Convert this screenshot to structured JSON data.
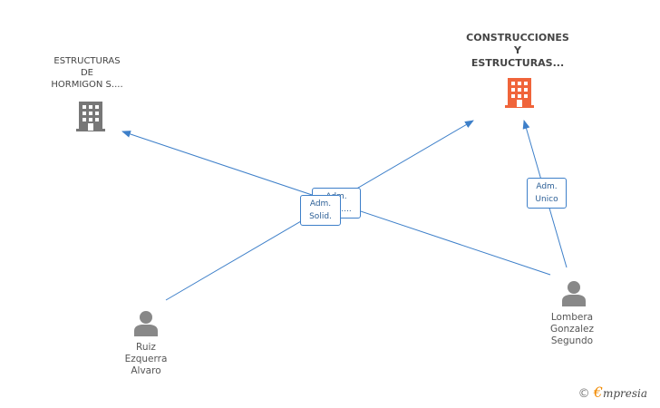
{
  "companies": [
    {
      "id": "c1",
      "lines": [
        "ESTRUCTURAS",
        "DE",
        "HORMIGON S...."
      ],
      "highlight": false,
      "color": "#777777"
    },
    {
      "id": "c2",
      "lines": [
        "CONSTRUCCIONES",
        "Y",
        "ESTRUCTURAS..."
      ],
      "highlight": true,
      "color": "#f0643a"
    }
  ],
  "persons": [
    {
      "id": "p1",
      "lines": [
        "Ruiz",
        "Ezquerra",
        "Alvaro"
      ],
      "color": "#888888"
    },
    {
      "id": "p2",
      "lines": [
        "Lombera",
        "Gonzalez",
        "Segundo"
      ],
      "color": "#888888"
    }
  ],
  "badges": [
    {
      "id": "b1",
      "lines": [
        "Adm.",
        "Solid."
      ]
    },
    {
      "id": "b2",
      "lines": [
        "Adm.",
        "Solid...."
      ]
    },
    {
      "id": "b3",
      "lines": [
        "Adm.",
        "Unico"
      ]
    }
  ],
  "edge_color": "#3d7fc9",
  "watermark": {
    "copyright": "©",
    "e": "€",
    "brand": "mpresia"
  }
}
